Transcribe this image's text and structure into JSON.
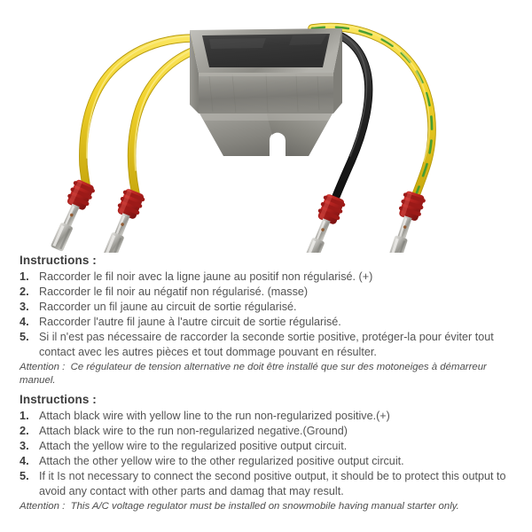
{
  "photo": {
    "alt_name": "voltage-regulator-rectifier",
    "colors": {
      "background": "#ffffff",
      "body_metal_light": "#b9b8b3",
      "body_metal_mid": "#8d8c86",
      "body_metal_dark": "#6e6d68",
      "top_plate_black": "#3a3a3a",
      "wire_yellow": "#f0d02a",
      "wire_yellow_dark": "#c9a90f",
      "wire_green_stripe": "#3f9b32",
      "wire_black": "#232323",
      "boot_red": "#b5221f",
      "boot_red_dark": "#7d1312",
      "terminal_silver": "#c9c8c4",
      "terminal_silver_dark": "#8e8d89"
    },
    "parts": [
      "aluminum-housing",
      "black-top-plate",
      "mounting-foot-slot",
      "yellow-wire-1",
      "yellow-wire-2",
      "black-wire",
      "yellow-green-wire",
      "red-boot-1",
      "red-boot-2",
      "red-boot-3",
      "red-boot-4",
      "spade-terminal-1",
      "spade-terminal-2",
      "spade-terminal-3",
      "spade-terminal-4"
    ]
  },
  "instructions_fr": {
    "heading": "Instructions :",
    "steps": [
      {
        "num": "1.",
        "text": "Raccorder le fil noir avec la ligne jaune au positif non régularisé. (+)"
      },
      {
        "num": "2.",
        "text": "Raccorder le fil noir au négatif non régularisé. (masse)"
      },
      {
        "num": "3.",
        "text": "Raccorder un fil jaune au circuit de sortie régularisé."
      },
      {
        "num": "4.",
        "text": "Raccorder l'autre fil jaune à l'autre circuit de sortie régularisé."
      },
      {
        "num": "5.",
        "text": "Si il n'est pas nécessaire de raccorder la seconde sortie positive, protéger-la pour éviter tout contact avec les autres pièces et tout dommage pouvant en résulter."
      }
    ],
    "attention_label": "Attention :",
    "attention_text": "Ce régulateur de tension alternative ne doit être installé que sur des motoneiges à démarreur manuel."
  },
  "instructions_en": {
    "heading": "Instructions :",
    "steps": [
      {
        "num": "1.",
        "text": "Attach black wire with yellow line  to the run non-regularized positive.(+)"
      },
      {
        "num": "2.",
        "text": "Attach black wire to the run non-regularized negative.(Ground)"
      },
      {
        "num": "3.",
        "text": "Attach the yellow wire to the regularized positive output circuit."
      },
      {
        "num": "4.",
        "text": "Attach the other yellow wire to the other regularized positive output circuit."
      },
      {
        "num": "5.",
        "text": "If it Is not necessary to connect the second positive output, it should be to protect this output to avoid any contact with other parts and damag  that may result."
      }
    ],
    "attention_label": "Attention :",
    "attention_text": "This A/C voltage regulator must be installed on snowmobile having manual starter only."
  }
}
